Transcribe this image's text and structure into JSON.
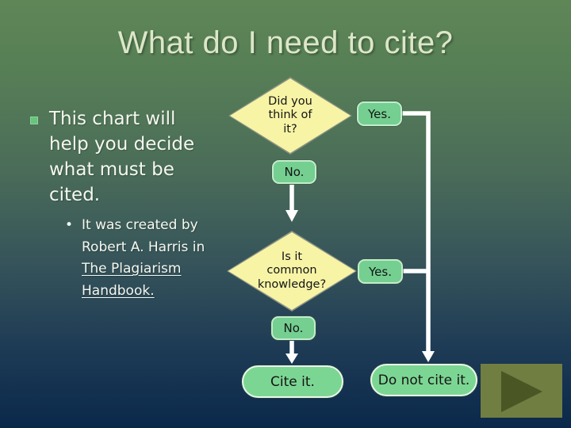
{
  "slide": {
    "title": "What do I need to cite?"
  },
  "content": {
    "main_bullet": {
      "lines": [
        "This chart will",
        "help you decide",
        "what must be",
        "cited."
      ]
    },
    "sub_bullet": {
      "marker": "•",
      "lines": [
        "It was created by",
        "Robert A. Harris in"
      ],
      "link_lines": [
        "The Plagiarism",
        "Handbook."
      ]
    }
  },
  "flowchart": {
    "question1": {
      "lines": [
        "Did you",
        "think of",
        "it?"
      ]
    },
    "yes1": "Yes.",
    "no1": "No.",
    "question2": {
      "lines": [
        "Is it",
        "common",
        "knowledge?"
      ]
    },
    "yes2": "Yes.",
    "no2": "No.",
    "cite": "Cite it.",
    "do_not_cite": "Do not cite it."
  },
  "colors": {
    "background_top": "#5e8657",
    "background_bottom": "#0a284a",
    "title_text": "#dce7c8",
    "body_text": "#f5f8ef",
    "diamond_fill": "#f7f4a6",
    "pill_fill": "#74cf91",
    "pill_border": "#c2ecca",
    "stadium_fill": "#7cd693",
    "stadium_border": "#e9f9e9",
    "connector": "#ffffff",
    "nav_button_fill": "#717e42",
    "nav_triangle_fill": "#4a5623",
    "bullet_square": "#68c57c"
  }
}
